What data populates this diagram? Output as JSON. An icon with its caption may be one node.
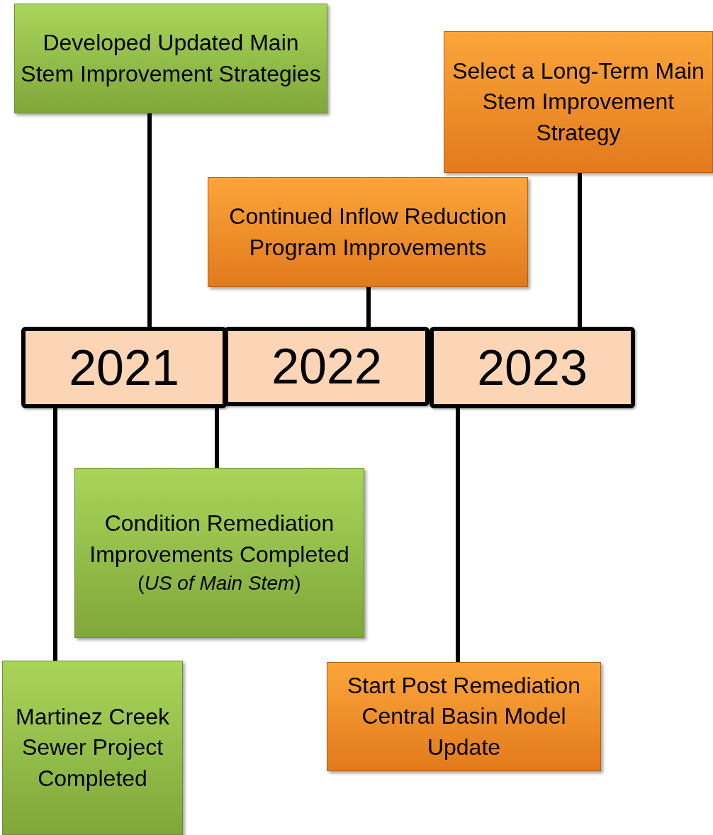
{
  "diagram": {
    "nodes": [
      {
        "text": [
          "Developed Updated Main Stem Improvement Strategies"
        ]
      },
      {
        "text": [
          "Select a Long-Term Main Stem Improvement Strategy"
        ]
      },
      {
        "text": [
          "Continued Inflow Reduction Program Improvements"
        ]
      },
      {
        "text": [
          "2021"
        ]
      },
      {
        "text": [
          "2022"
        ]
      },
      {
        "text": [
          "2023"
        ]
      },
      {
        "text": [
          "Condition Remediation Improvements Completed",
          "(*US of Main Stem*)"
        ]
      },
      {
        "text": [
          "Martinez Creek Sewer Project Completed"
        ]
      },
      {
        "text": [
          "Start Post Remediation Central Basin Model Update"
        ]
      }
    ],
    "edges": [
      {
        "from": 0,
        "to": 3,
        "arrow": "none"
      },
      {
        "from": 1,
        "to": 5,
        "arrow": "none"
      },
      {
        "from": 2,
        "to": 4,
        "arrow": "none"
      },
      {
        "from": 3,
        "to": 7,
        "arrow": "none"
      },
      {
        "from": 3,
        "to": 6,
        "arrow": "none"
      },
      {
        "from": 5,
        "to": 8,
        "arrow": "none"
      }
    ]
  }
}
